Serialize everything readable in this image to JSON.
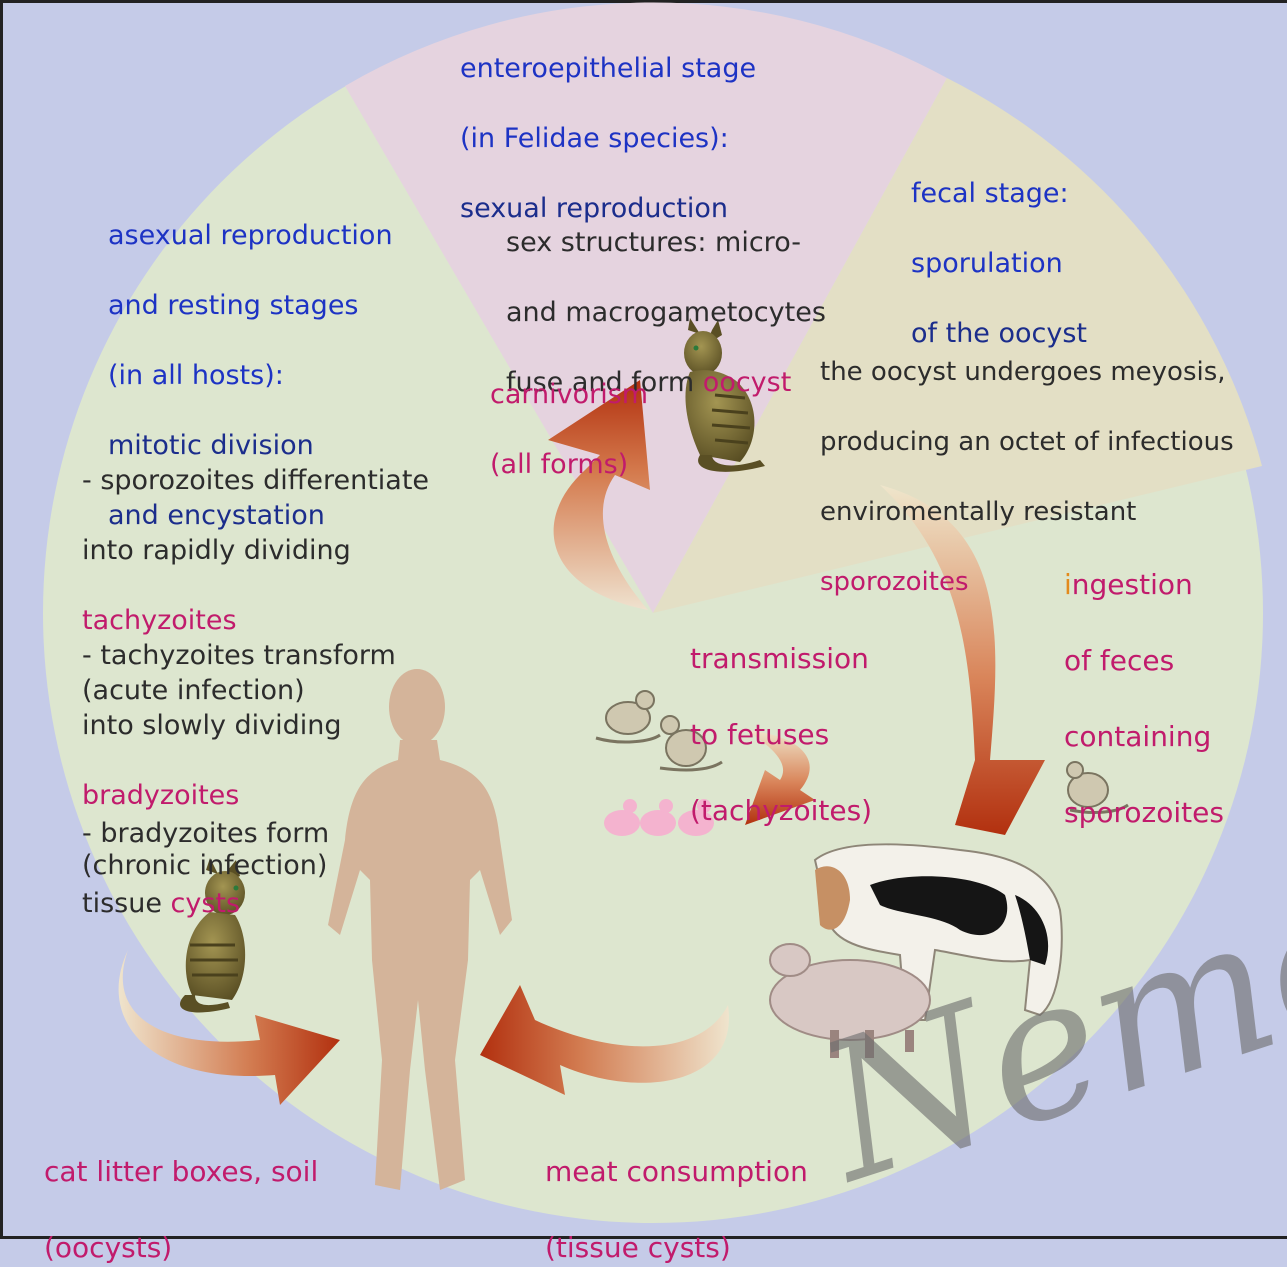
{
  "stages": {
    "enteroepithelial": {
      "line1": "enteroepithelial stage",
      "line2": "(in Felidae species):",
      "line3": "sexual reproduction"
    },
    "fecal": {
      "line1": "fecal stage:",
      "line2": "sporulation",
      "line3": "of the oocyst"
    },
    "asexual": {
      "line1": "asexual reproduction",
      "line2": "and resting stages",
      "line3": "(in all hosts):",
      "line4": "mitotic division",
      "line5": "and encystation"
    }
  },
  "notes": {
    "sex_structures": {
      "line1": "sex structures: micro-",
      "line2": "and macrogametocytes",
      "line3_prefix": "fuse and form ",
      "line3_term": "oocyst"
    },
    "meiosis": {
      "line1": "the oocyst undergoes meyosis,",
      "line2": "producing an octet of infectious",
      "line3": "enviromentally resistant",
      "line4_term": "sporozoites"
    },
    "sporozoites": {
      "line1": "- sporozoites differentiate",
      "line2": "into rapidly dividing",
      "term": "tachyzoites",
      "line4": "(acute infection)"
    },
    "tachyzoites": {
      "line1": "- tachyzoites transform",
      "line2": "into slowly dividing",
      "term": "bradyzoites",
      "line4": "(chronic infection)"
    },
    "bradyzoites": {
      "line1": "- bradyzoites form",
      "line2_prefix": "tissue ",
      "line2_term": "cysts"
    }
  },
  "routes": {
    "carnivorism": {
      "line1": "carnivorism",
      "line2": "(all forms)"
    },
    "ingestion": {
      "first_letter": "i",
      "line1_rest": "ngestion",
      "line2": "of feces",
      "line3": "containing",
      "line4": "sporozoites"
    },
    "transmission": {
      "line1": "transmission",
      "line2": "to fetuses",
      "line3": "(tachyzoites)"
    },
    "cat_litter": {
      "line1": "cat litter boxes, soil",
      "line2": "(oocysts)"
    },
    "meat": {
      "line1": "meat consumption",
      "line2": "(tissue cysts)"
    }
  },
  "watermark": "Nemoll",
  "colors": {
    "background": "#c5cbe8",
    "circle_green": "#dde6cf",
    "sector_pink": "#e5d3df",
    "sector_beige": "#e3dfc5",
    "stage_blue": "#1d33c4",
    "term_magenta": "#c11b6c",
    "arrow_red": "#b2300f"
  },
  "icons": [
    "cat-icon",
    "human-silhouette-icon",
    "mouse-icon",
    "baby-mice-icon",
    "cow-icon",
    "sheep-icon",
    "curved-arrow-icon"
  ]
}
